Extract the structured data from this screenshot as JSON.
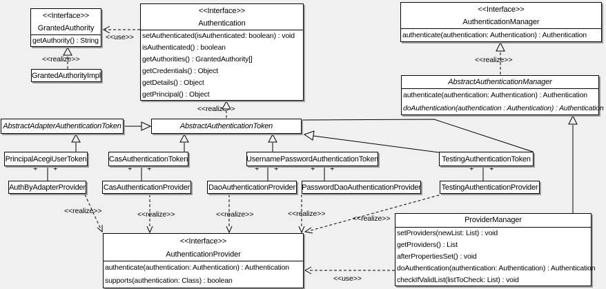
{
  "diagram": {
    "background_color": "#f0f0f0",
    "box_fill": "#ffffff",
    "line_color": "#000000",
    "shadow_color": "#9c9c9c"
  },
  "symbols": {
    "plus": "+"
  },
  "labels": {
    "use_granted_authority": "<<use>>",
    "realize_granted_authority_impl": "<<realize>>",
    "realize_abstract_token": "<<realize>>",
    "realize_abstract_manager": "<<realize>>",
    "realize_auth_by_adapter_provider": "<<realize>>",
    "realize_cas_provider": "<<realize>>",
    "realize_dao_provider": "<<realize>>",
    "realize_password_dao_provider": "<<realize>>",
    "realize_testing_provider": "<<realize>>",
    "use_provider_manager": "<<use>>"
  },
  "classes": {
    "granted_authority": {
      "stereotype": "<<Interface>>",
      "name": "GrantedAuthority",
      "methods": [
        "getAuthority() : String"
      ]
    },
    "granted_authority_impl": {
      "name": "GrantedAuthorityImpl"
    },
    "authentication": {
      "stereotype": "<<Interface>>",
      "name": "Authentication",
      "methods": [
        "setAuthenticated(isAuthenticated: boolean) : void",
        "isAuthenticated() : boolean",
        "getAuthorities() : GrantedAuthority[]",
        "getCredentials() : Object",
        "getDetails() : Object",
        "getPrincipal() : Object"
      ]
    },
    "authentication_manager": {
      "stereotype": "<<Interface>>",
      "name": "AuthenticationManager",
      "methods": [
        "authenticate(authentication: Authentication) : Authentication"
      ]
    },
    "abstract_authentication_manager": {
      "name": "AbstractAuthenticationManager",
      "methods": [
        "authenticate(authentication: Authentication) : Authentication",
        "doAuthentication(authentication : Authentication) : Authentication"
      ]
    },
    "abstract_adapter_authentication_token": {
      "name": "AbstractAdapterAuthenticationToken"
    },
    "abstract_authentication_token": {
      "name": "AbstractAuthenticationToken"
    },
    "principal_acegi_user_token": {
      "name": "PrincipalAcegiUserToken"
    },
    "cas_authentication_token": {
      "name": "CasAuthenticationToken"
    },
    "username_password_authentication_token": {
      "name": "UsernamePasswordAuthenticationToken"
    },
    "testing_authentication_token": {
      "name": "TestingAuthenticationToken"
    },
    "auth_by_adapter_provider": {
      "name": "AuthByAdapterProvider"
    },
    "cas_authentication_provider": {
      "name": "CasAuthenticationProvider"
    },
    "dao_authentication_provider": {
      "name": "DaoAuthenticationProvider"
    },
    "password_dao_authentication_provider": {
      "name": "PasswordDaoAuthenticationProvider"
    },
    "testing_authentication_provider": {
      "name": "TestingAuthenticationProvider"
    },
    "authentication_provider": {
      "stereotype": "<<Interface>>",
      "name": "AuthenticationProvider",
      "methods": [
        "authenticate(authentication: Authentication) : Authentication",
        "supports(authentication: Class) : boolean"
      ]
    },
    "provider_manager": {
      "name": "ProviderManager",
      "methods": [
        "setProviders(newList: List) : void",
        "getProviders() : List",
        "afterPropertiesSet() : void",
        "doAuthentication(authentication: Authentication) : Authentication",
        "checkIfValidList(listToCheck: List) : void"
      ]
    }
  }
}
